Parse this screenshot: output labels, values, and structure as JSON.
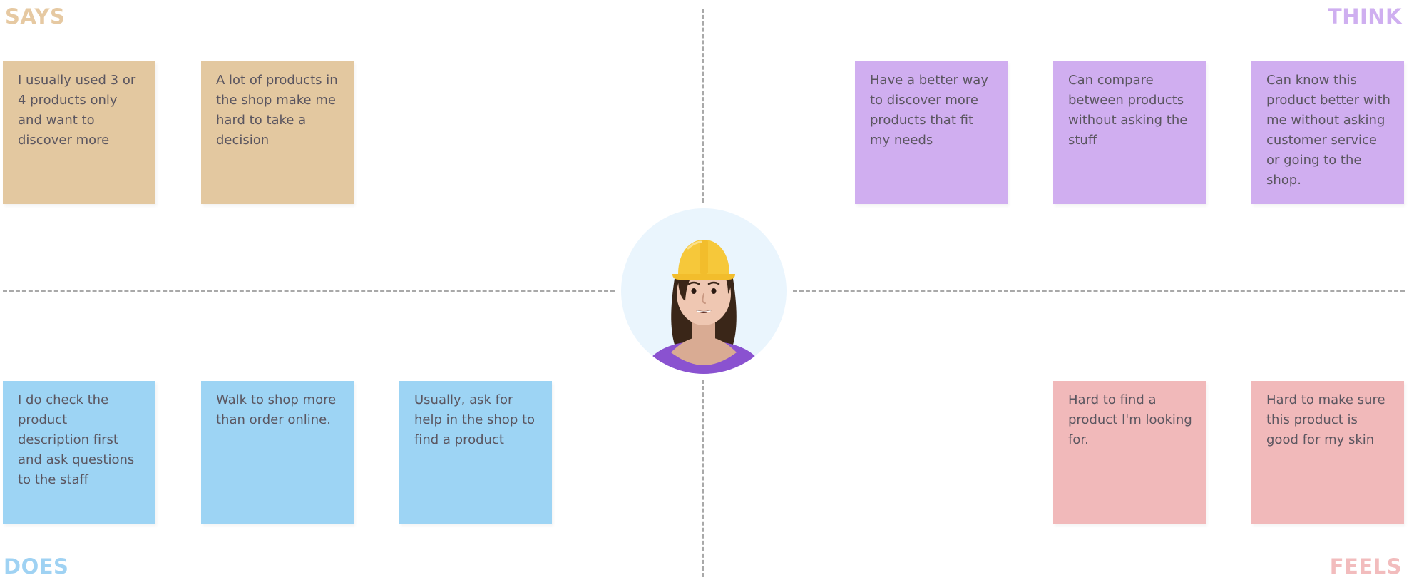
{
  "quadrants": {
    "says": {
      "label": "SAYS",
      "color": "#e3c8a0",
      "notes": [
        "I usually used 3 or 4 products only and want to discover more",
        "A lot of products in the shop make me hard to take a decision"
      ]
    },
    "think": {
      "label": "THINK",
      "color": "#d0aef0",
      "notes": [
        "Have a better way to discover more products that fit my needs",
        "Can compare between products without asking the stuff",
        "Can know this product better with me without asking customer service or going to the shop."
      ]
    },
    "does": {
      "label": "DOES",
      "color": "#9dd4f4",
      "notes": [
        "I do check the product description first and ask questions to the staff",
        "Walk to shop more than order online.",
        "Usually, ask for help in the shop to find a product"
      ]
    },
    "feels": {
      "label": "FEELS",
      "color": "#f1b9ba",
      "notes": [
        "Hard to find a product I'm looking for.",
        "Hard to make sure this product is good for my skin"
      ]
    }
  },
  "persona": {
    "icon": "woman-hard-hat-avatar-icon"
  }
}
